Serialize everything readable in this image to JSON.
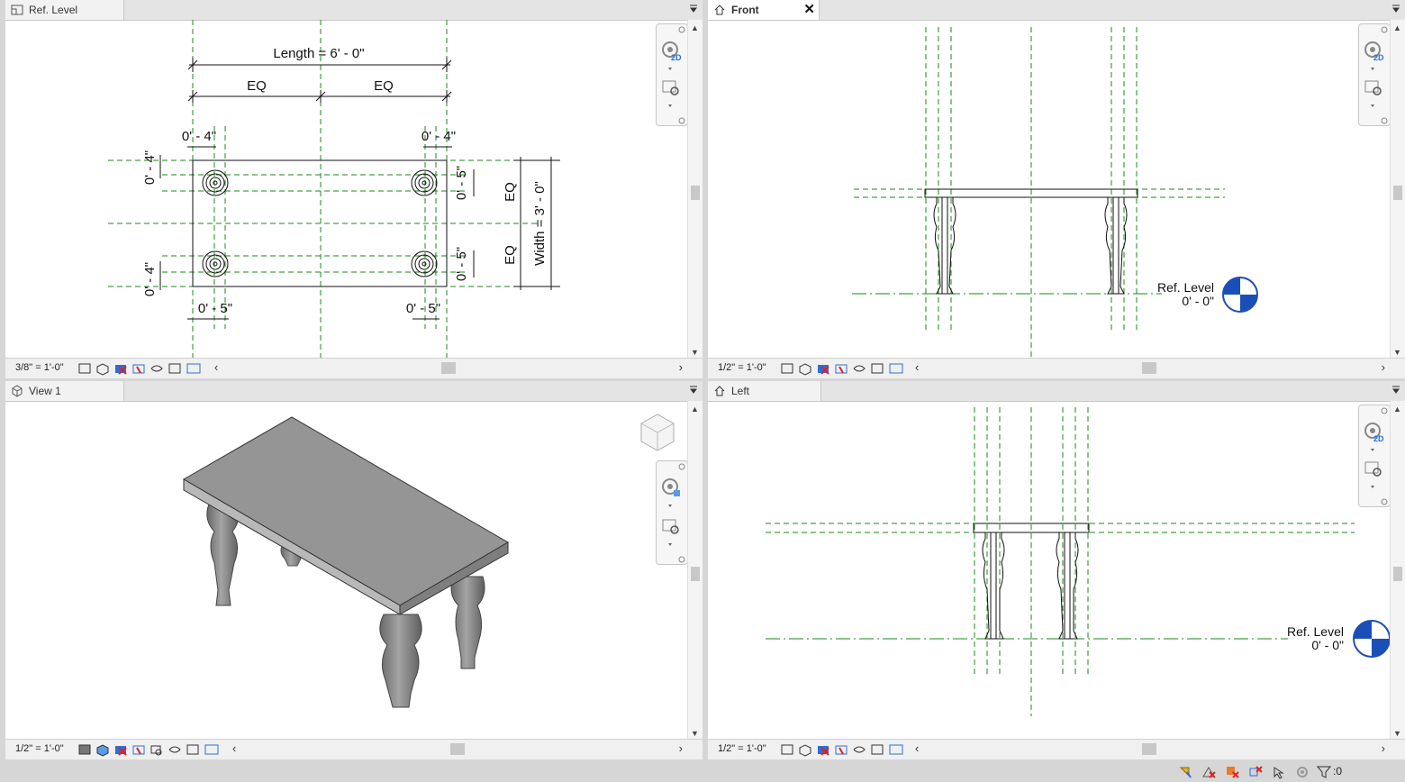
{
  "views": {
    "ref_level": {
      "tab_label": "Ref. Level",
      "scale": "3/8\" = 1'-0\"",
      "dims": {
        "length": "Length = 6' - 0\"",
        "eq_left": "EQ",
        "eq_right": "EQ",
        "top_left_offset": "0' - 4\"",
        "top_right_offset": "0' - 4\"",
        "left_upper": "0' - 4\"",
        "left_lower": "0' - 4\"",
        "right_upper": "0' - 5\"",
        "right_lower": "0' - 5\"",
        "eq_vert_top": "EQ",
        "eq_vert_bottom": "EQ",
        "width": "Width = 3' - 0\"",
        "bottom_left": "0' - 5\"",
        "bottom_right": "0' - 5\""
      }
    },
    "front": {
      "tab_label": "Front",
      "close_glyph": "✕",
      "scale": "1/2\" = 1'-0\"",
      "level_name": "Ref. Level",
      "level_elev": "0' - 0\""
    },
    "view1": {
      "tab_label": "View 1",
      "scale": "1/2\" = 1'-0\""
    },
    "left": {
      "tab_label": "Left",
      "scale": "1/2\" = 1'-0\"",
      "level_name": "Ref. Level",
      "level_elev": "0' - 0\""
    }
  },
  "statusbar": {
    "filter_count": ":0"
  },
  "colors": {
    "ref_plane": "#1a8a1a",
    "level_marker": "#1b4fb8",
    "table_top": "#8e8e8e",
    "table_leg": "#8a8a8a"
  }
}
